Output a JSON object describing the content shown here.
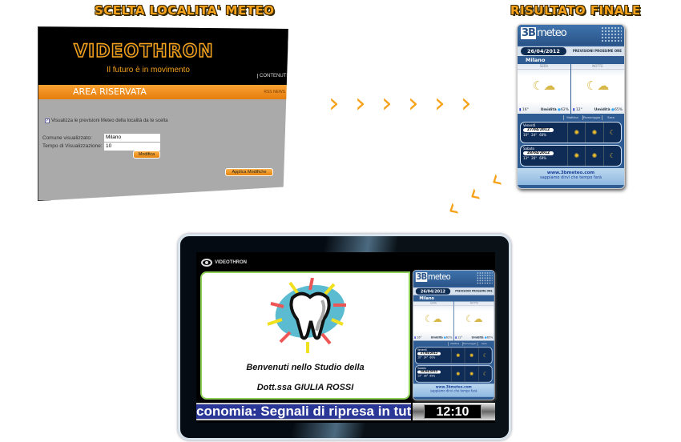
{
  "titles": {
    "left": "SCELTA LOCALITA' METEO",
    "right": "RISULTATO FINALE"
  },
  "admin": {
    "logo": "VIDEOTHRON",
    "tagline": "Il futuro è in movimento",
    "nav_contenuti": "CONTENUTI",
    "section_title": "AREA RISERVATA",
    "rss_news": "RSS NEWS",
    "checkbox_label": "Visualizza le previsioni Meteo della località da te scelta",
    "checkbox_checked": true,
    "comune_label": "Comune visualizzato:",
    "comune_value": "Milano",
    "tempo_label": "Tempo di Visualizzazione:",
    "tempo_value": "10",
    "modifica_button": "Modifica",
    "applica_button": "Applica Modifiche"
  },
  "meteo": {
    "logo_num": "3B",
    "logo_text": "meteo",
    "date": "26/04/2012",
    "header_label": "PREVISIONI PROSSIME ORE",
    "city": "Milano",
    "now": [
      {
        "label": "SERA",
        "temp": "16°",
        "humidity_label": "Umidità",
        "humidity": "62%"
      },
      {
        "label": "NOTTE",
        "temp": "12°",
        "humidity_label": "Umidità",
        "humidity": "65%"
      }
    ],
    "slots": [
      "Mattina",
      "Pomeriggio",
      "Sera"
    ],
    "days": [
      {
        "name": "Venerdì",
        "date": "27/04/2012",
        "tmin": "10°",
        "tmax": "24°",
        "humidity": "60%"
      },
      {
        "name": "Sabato",
        "date": "28/04/2012",
        "tmin": "13°",
        "tmax": "26°",
        "humidity": "69%"
      }
    ],
    "url": "www.3bmeteo.com",
    "slogan": "sappiamo dirvi che tempo farà"
  },
  "tv": {
    "brand": "VIDEOTHRON",
    "welcome_line1": "Benvenuti nello Studio della",
    "welcome_line2": "Dott.ssa GIULIA ROSSI",
    "ticker": "conomia: Segnali di ripresa in tut",
    "clock": "12:10"
  },
  "colors": {
    "accent": "#f7a21b",
    "ticker_bg": "#2a3796",
    "meteo_blue": "#2f5d93"
  }
}
